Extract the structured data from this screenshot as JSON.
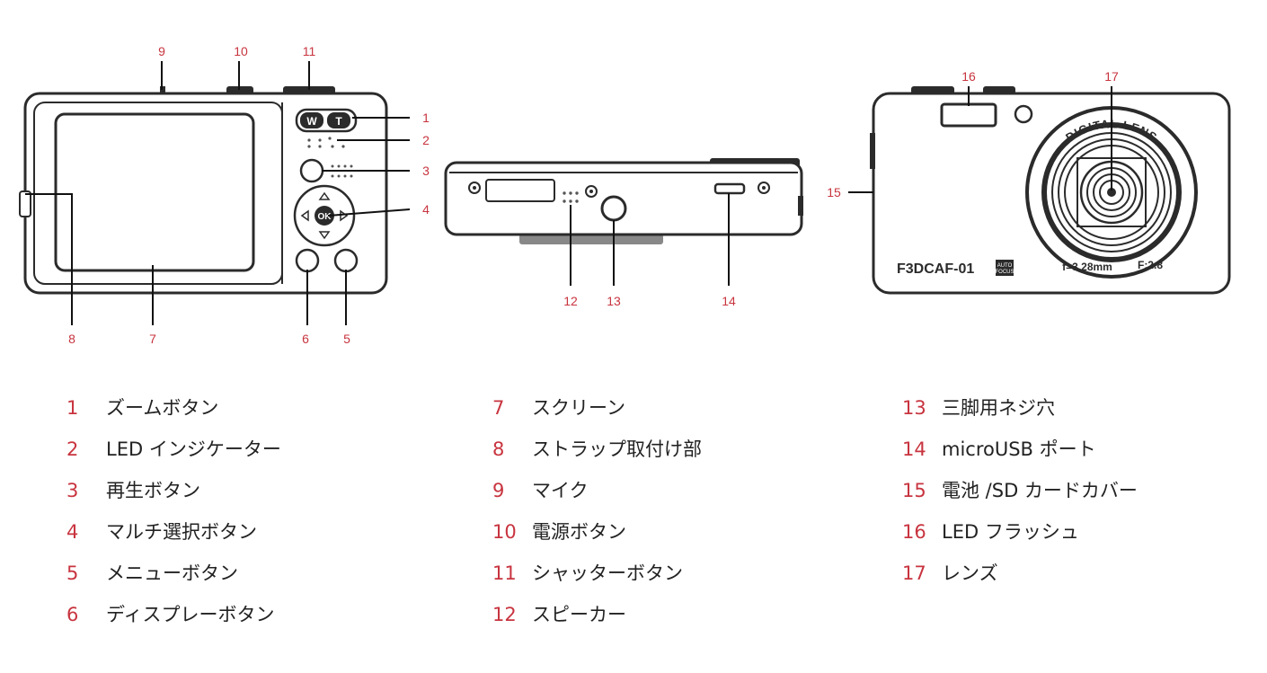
{
  "callouts": [
    "1",
    "2",
    "3",
    "4",
    "5",
    "6",
    "7",
    "8",
    "9",
    "10",
    "11",
    "12",
    "13",
    "14",
    "15",
    "16",
    "17"
  ],
  "camera": {
    "zoom_w": "W",
    "zoom_t": "T",
    "ok_label": "OK",
    "model": "F3DCAF-01",
    "autofocus_top": "AUTO",
    "autofocus_bottom": "FOCUS",
    "lens_ring": "DIGITAL LENS",
    "focal": "f=3.28mm",
    "aperture": "F:2.8"
  },
  "legend": [
    {
      "num": "1",
      "text": "ズームボタン"
    },
    {
      "num": "2",
      "text": "LED インジケーター"
    },
    {
      "num": "3",
      "text": "再生ボタン"
    },
    {
      "num": "4",
      "text": "マルチ選択ボタン"
    },
    {
      "num": "5",
      "text": "メニューボタン"
    },
    {
      "num": "6",
      "text": "ディスプレーボタン"
    },
    {
      "num": "7",
      "text": "スクリーン"
    },
    {
      "num": "8",
      "text": "ストラップ取付け部"
    },
    {
      "num": "9",
      "text": "マイク"
    },
    {
      "num": "10",
      "text": "電源ボタン"
    },
    {
      "num": "11",
      "text": "シャッターボタン"
    },
    {
      "num": "12",
      "text": "スピーカー"
    },
    {
      "num": "13",
      "text": "三脚用ネジ穴"
    },
    {
      "num": "14",
      "text": " microUSB ポート"
    },
    {
      "num": "15",
      "text": "電池 /SD カードカバー"
    },
    {
      "num": "16",
      "text": "LED フラッシュ"
    },
    {
      "num": "17",
      "text": "レンズ"
    }
  ]
}
